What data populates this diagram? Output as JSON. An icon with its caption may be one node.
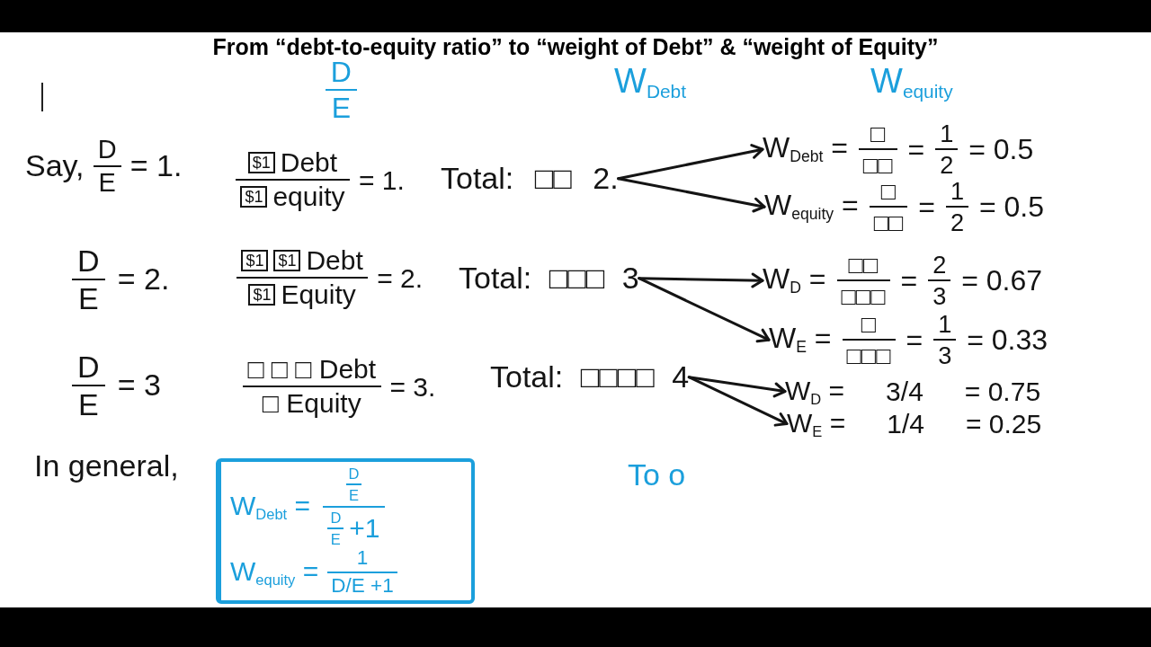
{
  "diagram": {
    "title": "From “debt-to-equity ratio” to “weight of Debt” & “weight of Equity”",
    "nodes": [
      {
        "text": [
          "Total: □□ 2."
        ]
      },
      {
        "text": [
          "W$_{Debt}$ =",
          "□",
          "□□",
          "=",
          "1",
          "2",
          "= 0.5"
        ]
      },
      {
        "text": [
          "W$_{equity}$ =",
          "□",
          "□□",
          "=",
          "1",
          "2",
          "= 0.5"
        ]
      },
      {
        "text": [
          "Total: □□□ 3"
        ]
      },
      {
        "text": [
          "W$_{D}$ =",
          "□□",
          "□□□",
          "=",
          "2",
          "3",
          "= 0.67"
        ]
      },
      {
        "text": [
          "W$_{E}$ =",
          "□",
          "□□□",
          "=",
          "1",
          "3",
          "= 0.33"
        ]
      },
      {
        "text": [
          "Total: □□□□ 4"
        ]
      },
      {
        "text": [
          "W$_{D}$ =",
          "3/4",
          "= 0.75"
        ]
      },
      {
        "text": [
          "W$_{E}$ =",
          "1/4",
          "= 0.25"
        ]
      },
      {
        "text": [
          "W$_{Debt}$ =",
          "D",
          "E",
          "D",
          "E",
          "+1",
          "W$_{equity}$ =",
          "1",
          "D/E +1"
        ]
      }
    ],
    "edges": [
      {
        "from": 0,
        "to": 1,
        "arrow": "to"
      },
      {
        "from": 0,
        "to": 2,
        "arrow": "to"
      },
      {
        "from": 3,
        "to": 4,
        "arrow": "to"
      },
      {
        "from": 3,
        "to": 5,
        "arrow": "to"
      },
      {
        "from": 6,
        "to": 7,
        "arrow": "to"
      },
      {
        "from": 6,
        "to": 8,
        "arrow": "to"
      }
    ],
    "labels": [
      "D",
      "E",
      "W$_{Debt}$",
      "W$_{equity}$",
      "Say,",
      "D",
      "E",
      "= 1.",
      "$1",
      "Debt",
      "$1",
      "equity",
      "= 1.",
      "D",
      "E",
      "= 2.",
      "$1",
      "$1",
      "Debt",
      "$1",
      "Equity",
      "= 2.",
      "D",
      "E",
      "= 3",
      "□ □ □ Debt",
      "□ Equity",
      "= 3.",
      "In general,",
      "To o"
    ]
  }
}
